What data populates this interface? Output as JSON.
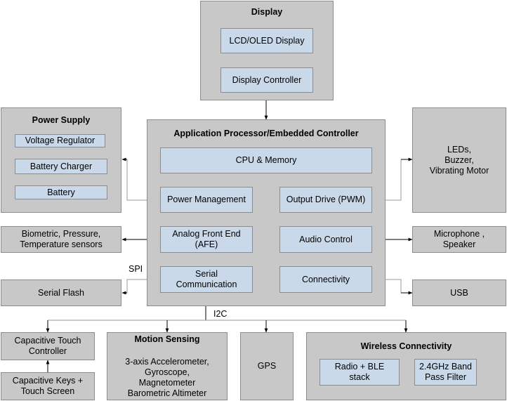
{
  "display": {
    "title": "Display",
    "lcd": "LCD/OLED Display",
    "controller": "Display Controller"
  },
  "power_supply": {
    "title": "Power Supply",
    "regulator": "Voltage Regulator",
    "charger": "Battery Charger",
    "battery": "Battery"
  },
  "app_processor": {
    "title": "Application Processor/Embedded Controller",
    "cpu": "CPU & Memory",
    "power_mgmt": "Power Management",
    "output_drive": "Output Drive (PWM)",
    "afe": "Analog Front End\n(AFE)",
    "audio": "Audio Control",
    "serial": "Serial\nCommunication",
    "connectivity": "Connectivity"
  },
  "outputs": "LEDs,\nBuzzer,\nVibrating Motor",
  "sensors": "Biometric, Pressure,\nTemperature sensors",
  "mic_speaker": "Microphone ,\nSpeaker",
  "serial_flash": "Serial Flash",
  "usb": "USB",
  "labels": {
    "spi": "SPI",
    "i2c": "I2C"
  },
  "touch": {
    "controller": "Capacitive Touch\nController",
    "keys": "Capacitive Keys +\nTouch Screen"
  },
  "motion": {
    "title": "Motion Sensing",
    "body": "3-axis Accelerometer,\nGyroscope,\nMagnetometer\nBarometric Altimeter"
  },
  "gps": "GPS",
  "wireless": {
    "title": "Wireless Connectivity",
    "radio": "Radio + BLE\nstack",
    "filter": "2.4GHz Band\nPass Filter"
  }
}
